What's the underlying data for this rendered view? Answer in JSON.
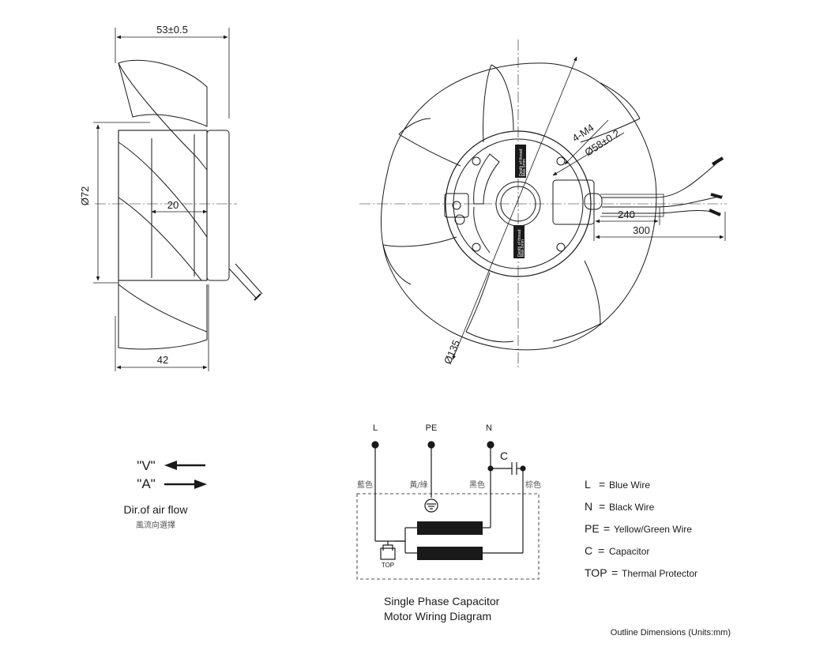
{
  "side_view": {
    "dim_top": "53±0.5",
    "dim_diameter": "Ø72",
    "dim_inner": "20",
    "dim_bottom": "42"
  },
  "front_view": {
    "dim_bolt": "4-M4",
    "dim_circle": "Ø58±0.2",
    "dim_outer": "Ø135",
    "dim_wire_short": "240",
    "dim_wire_long": "300",
    "label_top": "Depth of thread",
    "label_top2": "Max.5mm",
    "label_right": "Depth of thread",
    "label_right2": "Max.5mm"
  },
  "airflow": {
    "v_label": "\"V\"",
    "a_label": "\"A\"",
    "caption": "Dir.of air flow",
    "caption_cn": "風流向選擇"
  },
  "wiring": {
    "terminal_l": "L",
    "terminal_pe": "PE",
    "terminal_n": "N",
    "capacitor": "C",
    "wire_l_cn": "藍色",
    "wire_pe_cn": "黃/綠",
    "wire_n_cn": "黑色",
    "wire_c_cn": "棕色",
    "top_label": "TOP",
    "title_line1": "Single Phase Capacitor",
    "title_line2": "Motor Wiring Diagram"
  },
  "legend": [
    {
      "key": "L",
      "sep": "=",
      "text": "Blue Wire"
    },
    {
      "key": "N",
      "sep": "=",
      "text": "Black Wire"
    },
    {
      "key": "PE",
      "sep": "=",
      "text": "Yellow/Green Wire"
    },
    {
      "key": "C",
      "sep": "=",
      "text": "Capacitor"
    },
    {
      "key": "TOP",
      "sep": "=",
      "text": "Thermal Protector"
    }
  ],
  "footer": "Outline Dimensions (Units:mm)"
}
